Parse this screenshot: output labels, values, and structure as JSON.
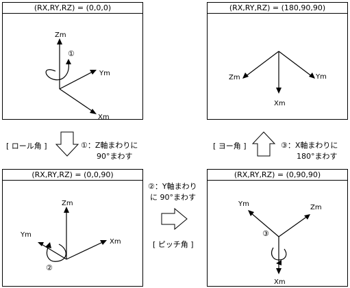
{
  "panels": [
    {
      "header": "(RX,RY,RZ) = (0,0,0)",
      "axes": [
        "Zm",
        "Ym",
        "Xm"
      ],
      "marker": "①"
    },
    {
      "header": "(RX,RY,RZ) = (180,90,90)",
      "axes": [
        "Zm",
        "Ym",
        "Xm"
      ]
    },
    {
      "header": "(RX,RY,RZ) = (0,0,90)",
      "axes": [
        "Zm",
        "Ym",
        "Xm"
      ],
      "marker": "②"
    },
    {
      "header": "(RX,RY,RZ) = (0,90,90)",
      "axes": [
        "Ym",
        "Zm",
        "Xm"
      ],
      "marker": "③"
    }
  ],
  "steps": {
    "roll": {
      "bracket": "[ ロール角 ]",
      "line1": "①：Z軸まわりに",
      "line2": "90°まわす"
    },
    "pitch": {
      "line1": "②：Y軸まわり",
      "line2": "に 90°まわす",
      "bracket": "[ ピッチ角 ]"
    },
    "yaw": {
      "bracket": "[ ヨー角 ]",
      "line1": "③：X軸まわりに",
      "line2": "180°まわす"
    }
  }
}
